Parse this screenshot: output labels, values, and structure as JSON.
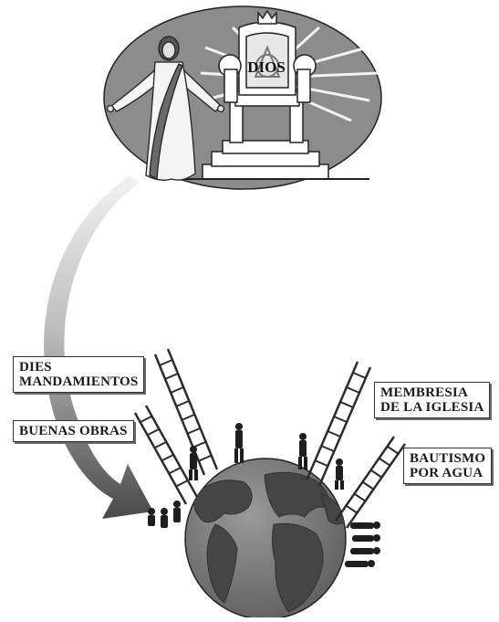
{
  "throne_label": "DIOS",
  "labels": {
    "mandamientos": "DIES\nMANDAMIENTOS",
    "buenas_obras": "BUENAS OBRAS",
    "membresia": "MEMBRESIA\nDE LA IGLESIA",
    "bautismo": "BAUTISMO\nPOR AGUA"
  },
  "colors": {
    "oval": "#8c8c8c",
    "ocean": "#7a7a7a",
    "land": "#4e4e4e",
    "arrow_light": "#e6e6e6",
    "arrow_dark": "#5a5a5a",
    "ladder": "#2b2b2b",
    "label_border": "#333333"
  },
  "icons": [
    "jesus-figure",
    "throne-icon",
    "crown-icon",
    "globe-icon",
    "ladder-icon",
    "person-silhouette-icon",
    "curved-arrow-icon"
  ]
}
